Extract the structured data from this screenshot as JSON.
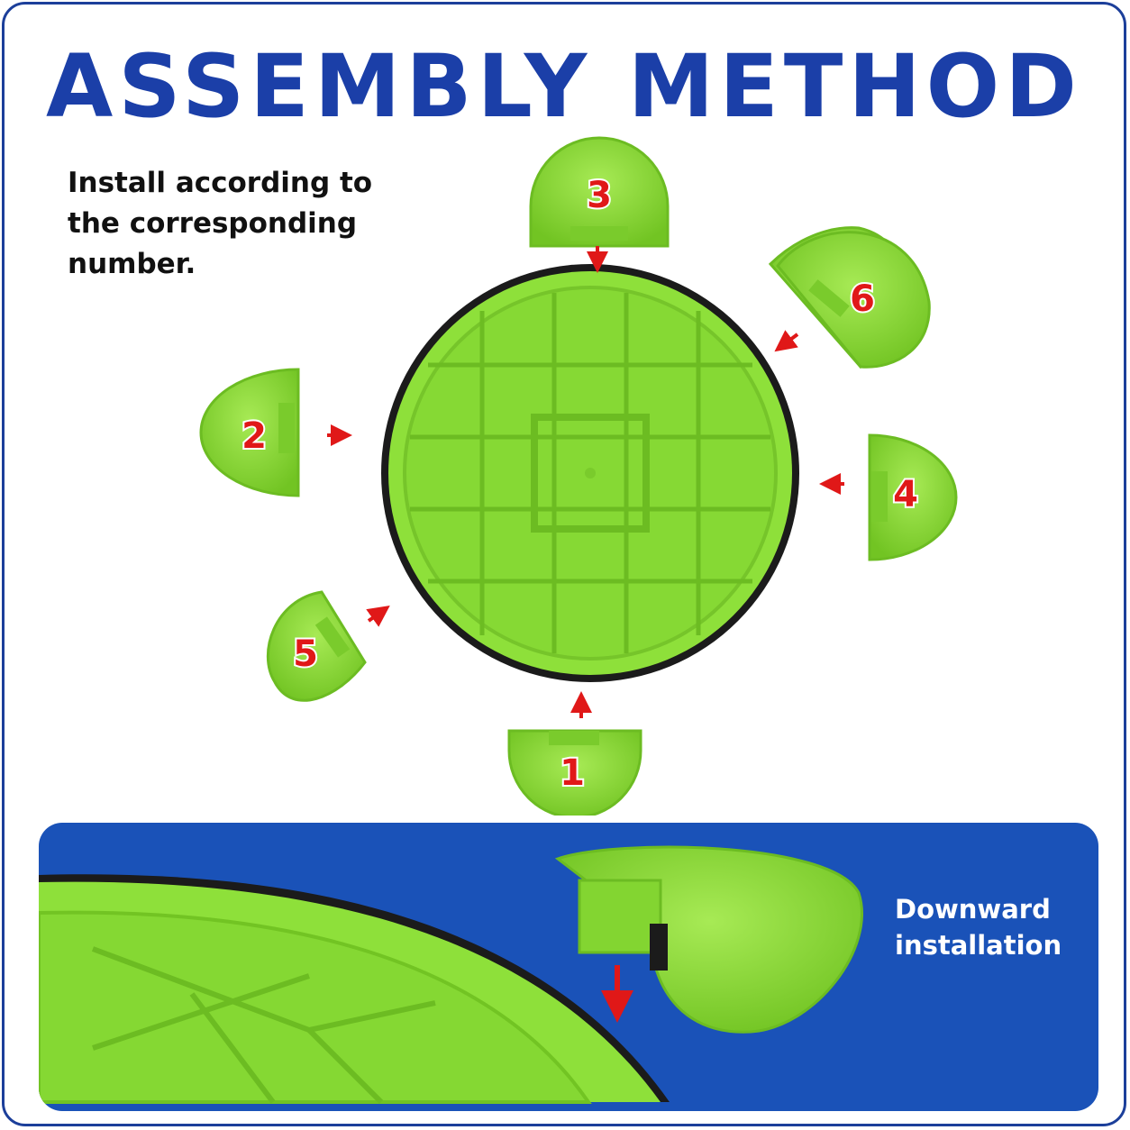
{
  "title": "ASSEMBLY METHOD",
  "instruction": "Install according to the corresponding number.",
  "pieces": [
    {
      "number": "1"
    },
    {
      "number": "2"
    },
    {
      "number": "3"
    },
    {
      "number": "4"
    },
    {
      "number": "5"
    },
    {
      "number": "6"
    }
  ],
  "detail_panel": {
    "line1": "Downward",
    "line2": "installation"
  },
  "colors": {
    "title_blue": "#1b3fa8",
    "panel_blue": "#1a52b8",
    "part_green": "#8ee03a",
    "rim_black": "#1b1b1b",
    "number_red": "#e01818"
  }
}
